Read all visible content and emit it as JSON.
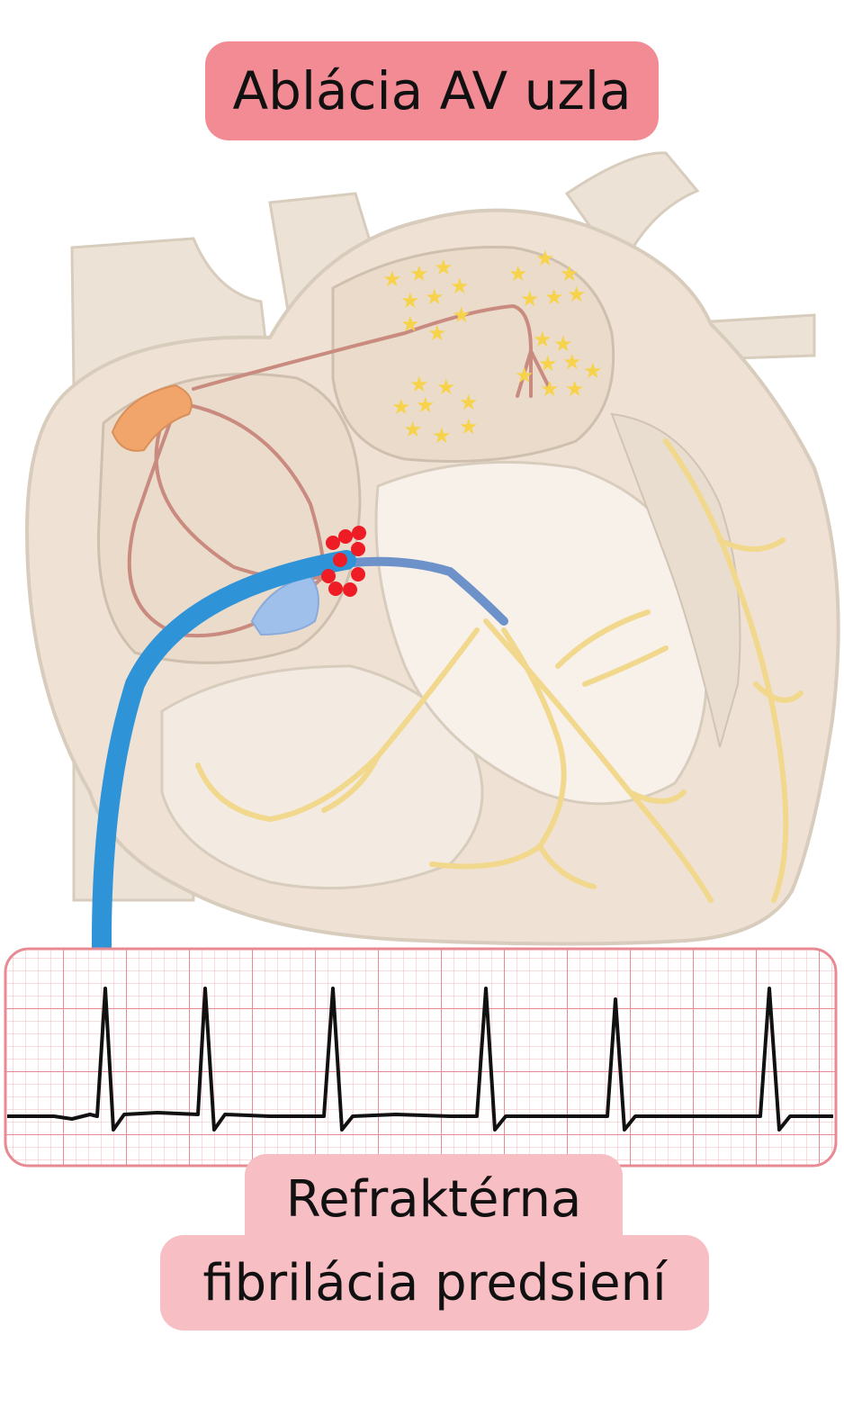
{
  "title": "Ablácia AV uzla",
  "caption": {
    "line1": "Refraktérna",
    "line2": "fibrilácia predsiení"
  },
  "colors": {
    "title_bg": "#f28b94",
    "caption_bg": "#f7bec3",
    "catheter": "#2f93d8",
    "ablation_dots": "#ee1c24",
    "conduction_fibers": "#f3d98c",
    "ecg_grid": "#e88a93",
    "heart_tissue": "#efe2d4"
  }
}
